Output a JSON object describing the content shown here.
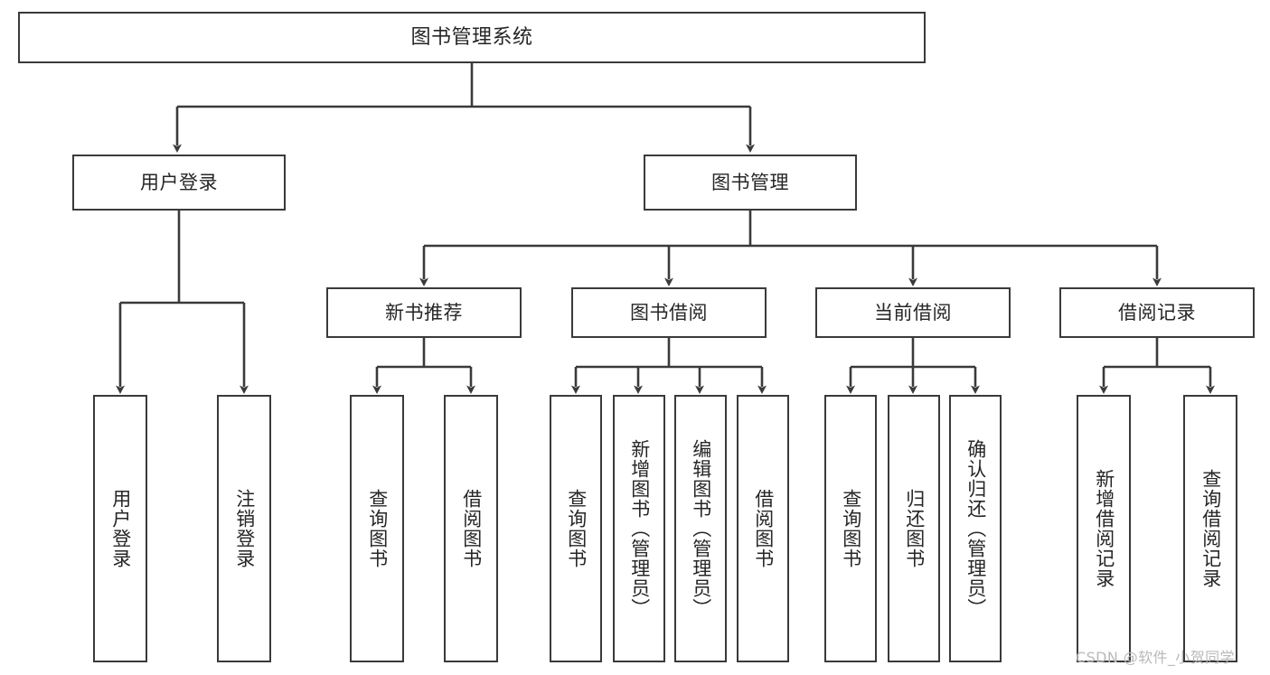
{
  "diagram": {
    "title": "图书管理系统",
    "type": "tree",
    "stroke_color": "#3a3a3a",
    "text_color": "#262626",
    "background": "#ffffff"
  },
  "root": {
    "label": "图书管理系统"
  },
  "level2": [
    {
      "id": "user-login",
      "label": "用户登录"
    },
    {
      "id": "book-management",
      "label": "图书管理"
    }
  ],
  "level3": [
    {
      "id": "new-book-recommend",
      "label": "新书推荐",
      "parent": "book-management"
    },
    {
      "id": "book-borrow",
      "label": "图书借阅",
      "parent": "book-management"
    },
    {
      "id": "current-borrow",
      "label": "当前借阅",
      "parent": "book-management"
    },
    {
      "id": "borrow-record",
      "label": "借阅记录",
      "parent": "book-management"
    }
  ],
  "leaves": {
    "user_login": [
      {
        "id": "leaf-user-login",
        "label": "用户登录"
      },
      {
        "id": "leaf-logout",
        "label": "注销登录"
      }
    ],
    "new_book_recommend": [
      {
        "id": "leaf-query-book-1",
        "label": "查询图书"
      },
      {
        "id": "leaf-borrow-book-1",
        "label": "借阅图书"
      }
    ],
    "book_borrow": [
      {
        "id": "leaf-query-book-2",
        "label": "查询图书"
      },
      {
        "id": "leaf-add-book",
        "label": "新增图书（管理员）"
      },
      {
        "id": "leaf-edit-book",
        "label": "编辑图书（管理员）"
      },
      {
        "id": "leaf-borrow-book-2",
        "label": "借阅图书"
      }
    ],
    "current_borrow": [
      {
        "id": "leaf-query-book-3",
        "label": "查询图书"
      },
      {
        "id": "leaf-return-book",
        "label": "归还图书"
      },
      {
        "id": "leaf-confirm-return",
        "label": "确认归还（管理员）"
      }
    ],
    "borrow_record": [
      {
        "id": "leaf-add-record",
        "label": "新增借阅记录"
      },
      {
        "id": "leaf-query-record",
        "label": "查询借阅记录"
      }
    ]
  },
  "watermark": {
    "text": "CSDN @软件_小贺同学"
  }
}
